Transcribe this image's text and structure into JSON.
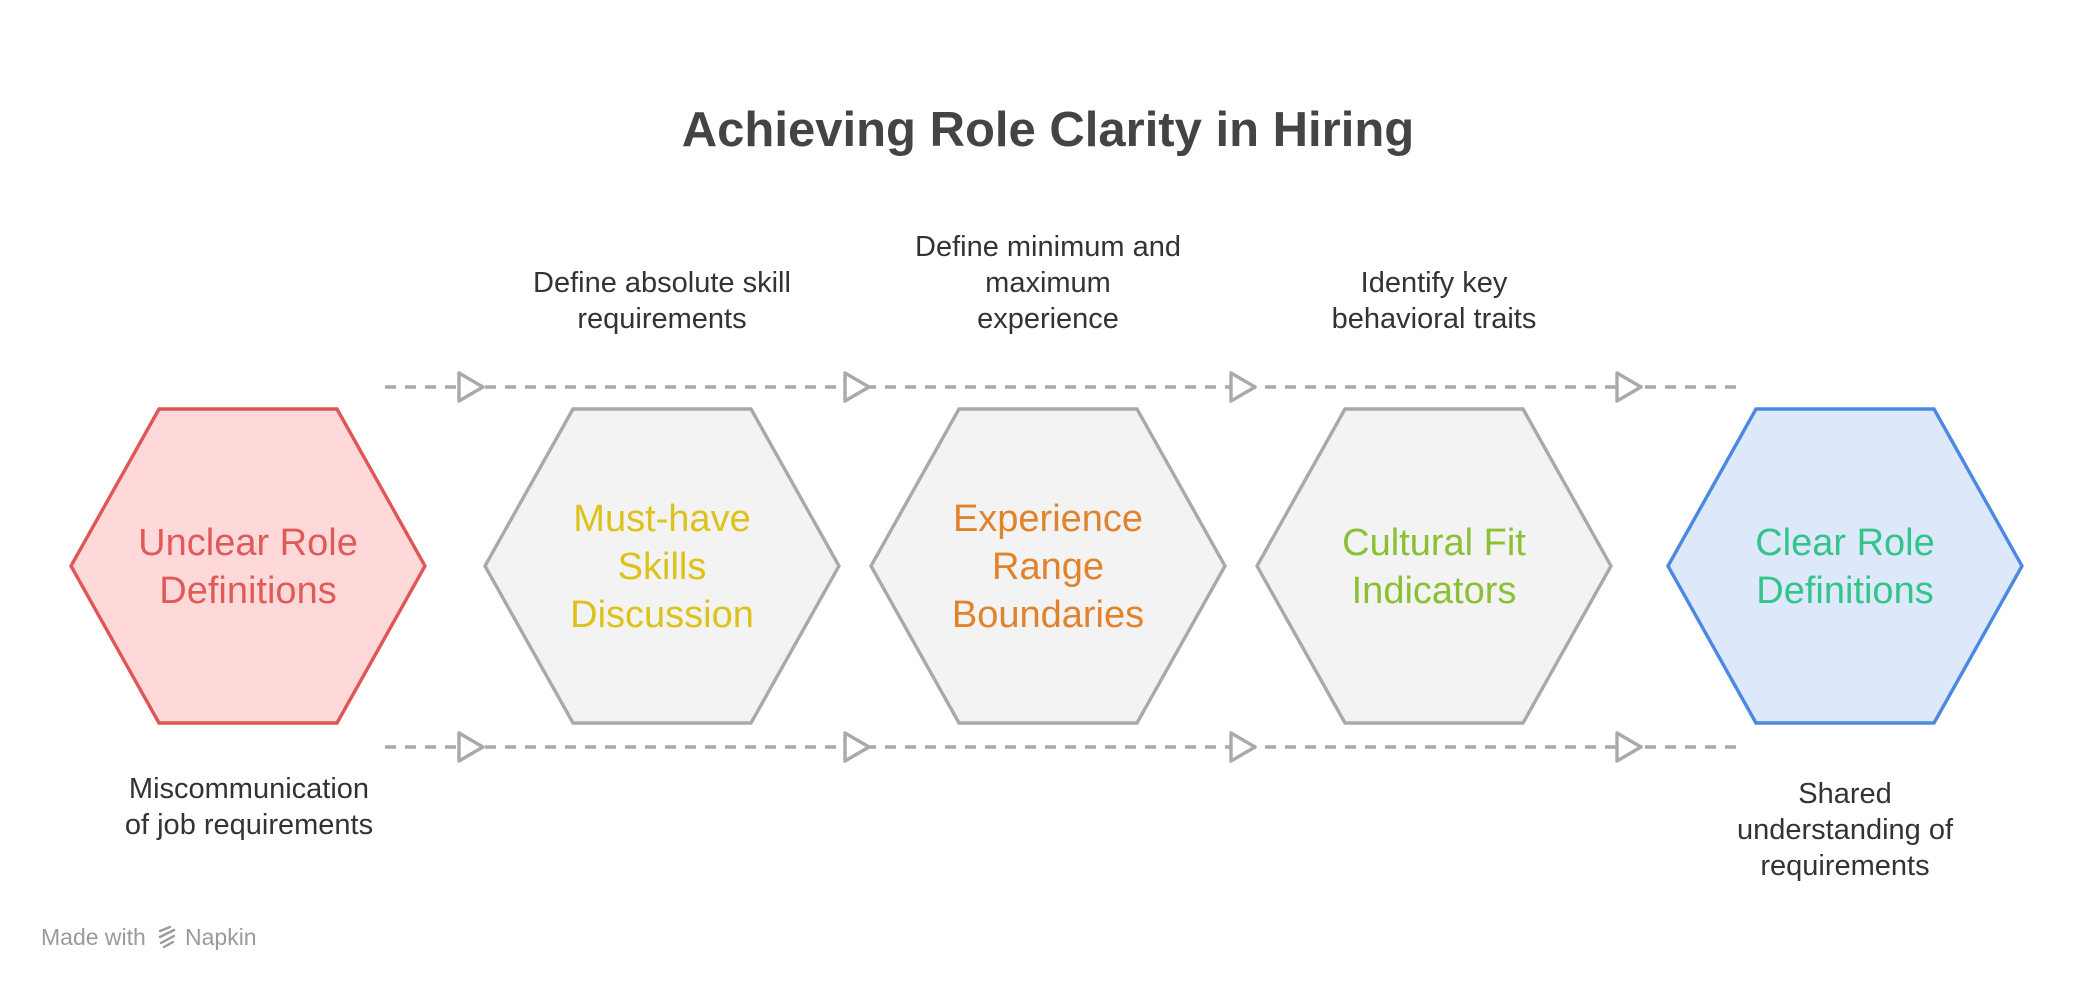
{
  "title": "Achieving Role Clarity in Hiring",
  "stages": [
    {
      "lines": [
        "Unclear Role",
        "Definitions"
      ],
      "label_color": "#e05a5a",
      "fill": "#ffd9d9",
      "stroke": "#e05555"
    },
    {
      "lines": [
        "Must-have",
        "Skills",
        "Discussion"
      ],
      "label_color": "#dcc21a",
      "fill": "#f3f3f3",
      "stroke": "#a9a9a9"
    },
    {
      "lines": [
        "Experience",
        "Range",
        "Boundaries"
      ],
      "label_color": "#e0832c",
      "fill": "#f3f3f3",
      "stroke": "#a9a9a9"
    },
    {
      "lines": [
        "Cultural Fit",
        "Indicators"
      ],
      "label_color": "#8cc034",
      "fill": "#f3f3f3",
      "stroke": "#a9a9a9"
    },
    {
      "lines": [
        "Clear Role",
        "Definitions"
      ],
      "label_color": "#34c48a",
      "fill": "#dde8fb",
      "stroke": "#4a88e2"
    }
  ],
  "top_notes": [
    [
      "Define absolute skill",
      "requirements"
    ],
    [
      "Define minimum and",
      "maximum",
      "experience"
    ],
    [
      "Identify key",
      "behavioral traits"
    ]
  ],
  "bottom_notes": {
    "start": [
      "Miscommunication",
      "of job requirements"
    ],
    "end": [
      "Shared",
      "understanding of",
      "requirements"
    ]
  },
  "footer": {
    "made_with": "Made with",
    "brand": "Napkin",
    "icon": "napkin-logo-icon"
  },
  "colors": {
    "arrow": "#a9a9a9",
    "text": "#333333",
    "title": "#444444"
  }
}
